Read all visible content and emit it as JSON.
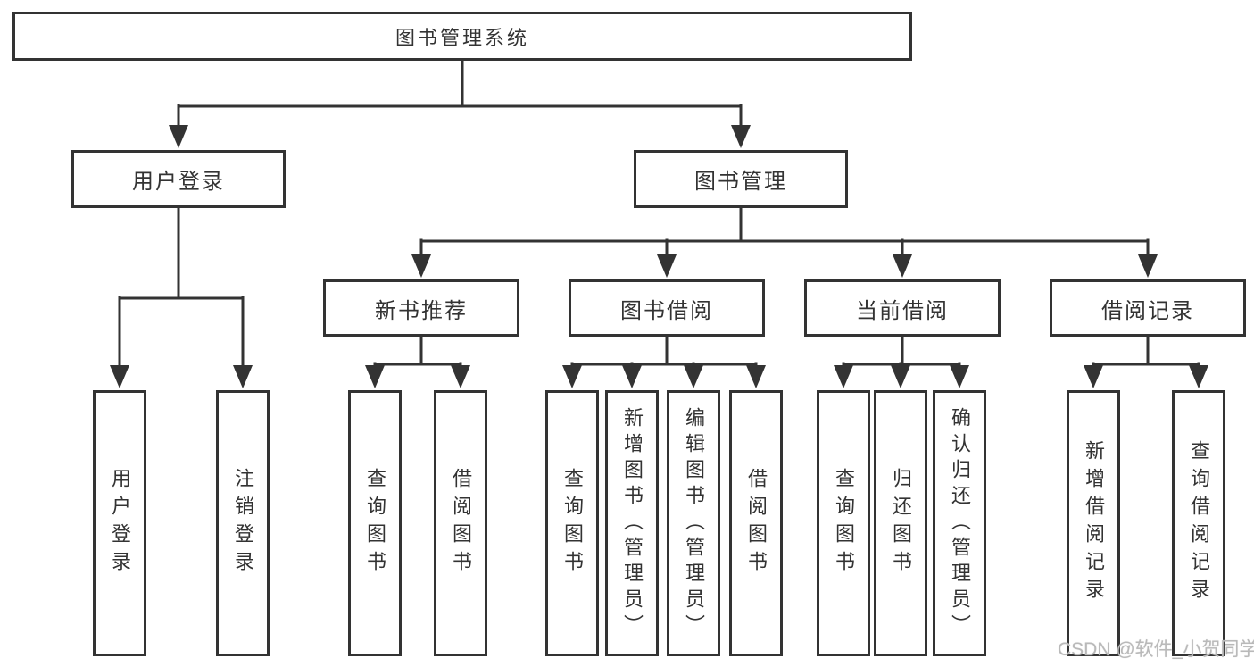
{
  "tree": {
    "label": "图书管理系统",
    "children": [
      {
        "label": "用户登录",
        "children": [
          {
            "label": "用户登录"
          },
          {
            "label": "注销登录"
          }
        ]
      },
      {
        "label": "图书管理",
        "children": [
          {
            "label": "新书推荐",
            "children": [
              {
                "label": "查询图书"
              },
              {
                "label": "借阅图书"
              }
            ]
          },
          {
            "label": "图书借阅",
            "children": [
              {
                "label": "查询图书"
              },
              {
                "label": "新增图书（管理员）"
              },
              {
                "label": "编辑图书（管理员）"
              },
              {
                "label": "借阅图书"
              }
            ]
          },
          {
            "label": "当前借阅",
            "children": [
              {
                "label": "查询图书"
              },
              {
                "label": "归还图书"
              },
              {
                "label": "确认归还（管理员）"
              }
            ]
          },
          {
            "label": "借阅记录",
            "children": [
              {
                "label": "新增借阅记录"
              },
              {
                "label": "查询借阅记录"
              }
            ]
          }
        ]
      }
    ]
  },
  "watermark": "CSDN @软件_小贺同学",
  "colors": {
    "line": "#333333",
    "box_border": "#333333",
    "text": "#333333",
    "watermark": "#b9b9b9",
    "background": "#ffffff"
  }
}
